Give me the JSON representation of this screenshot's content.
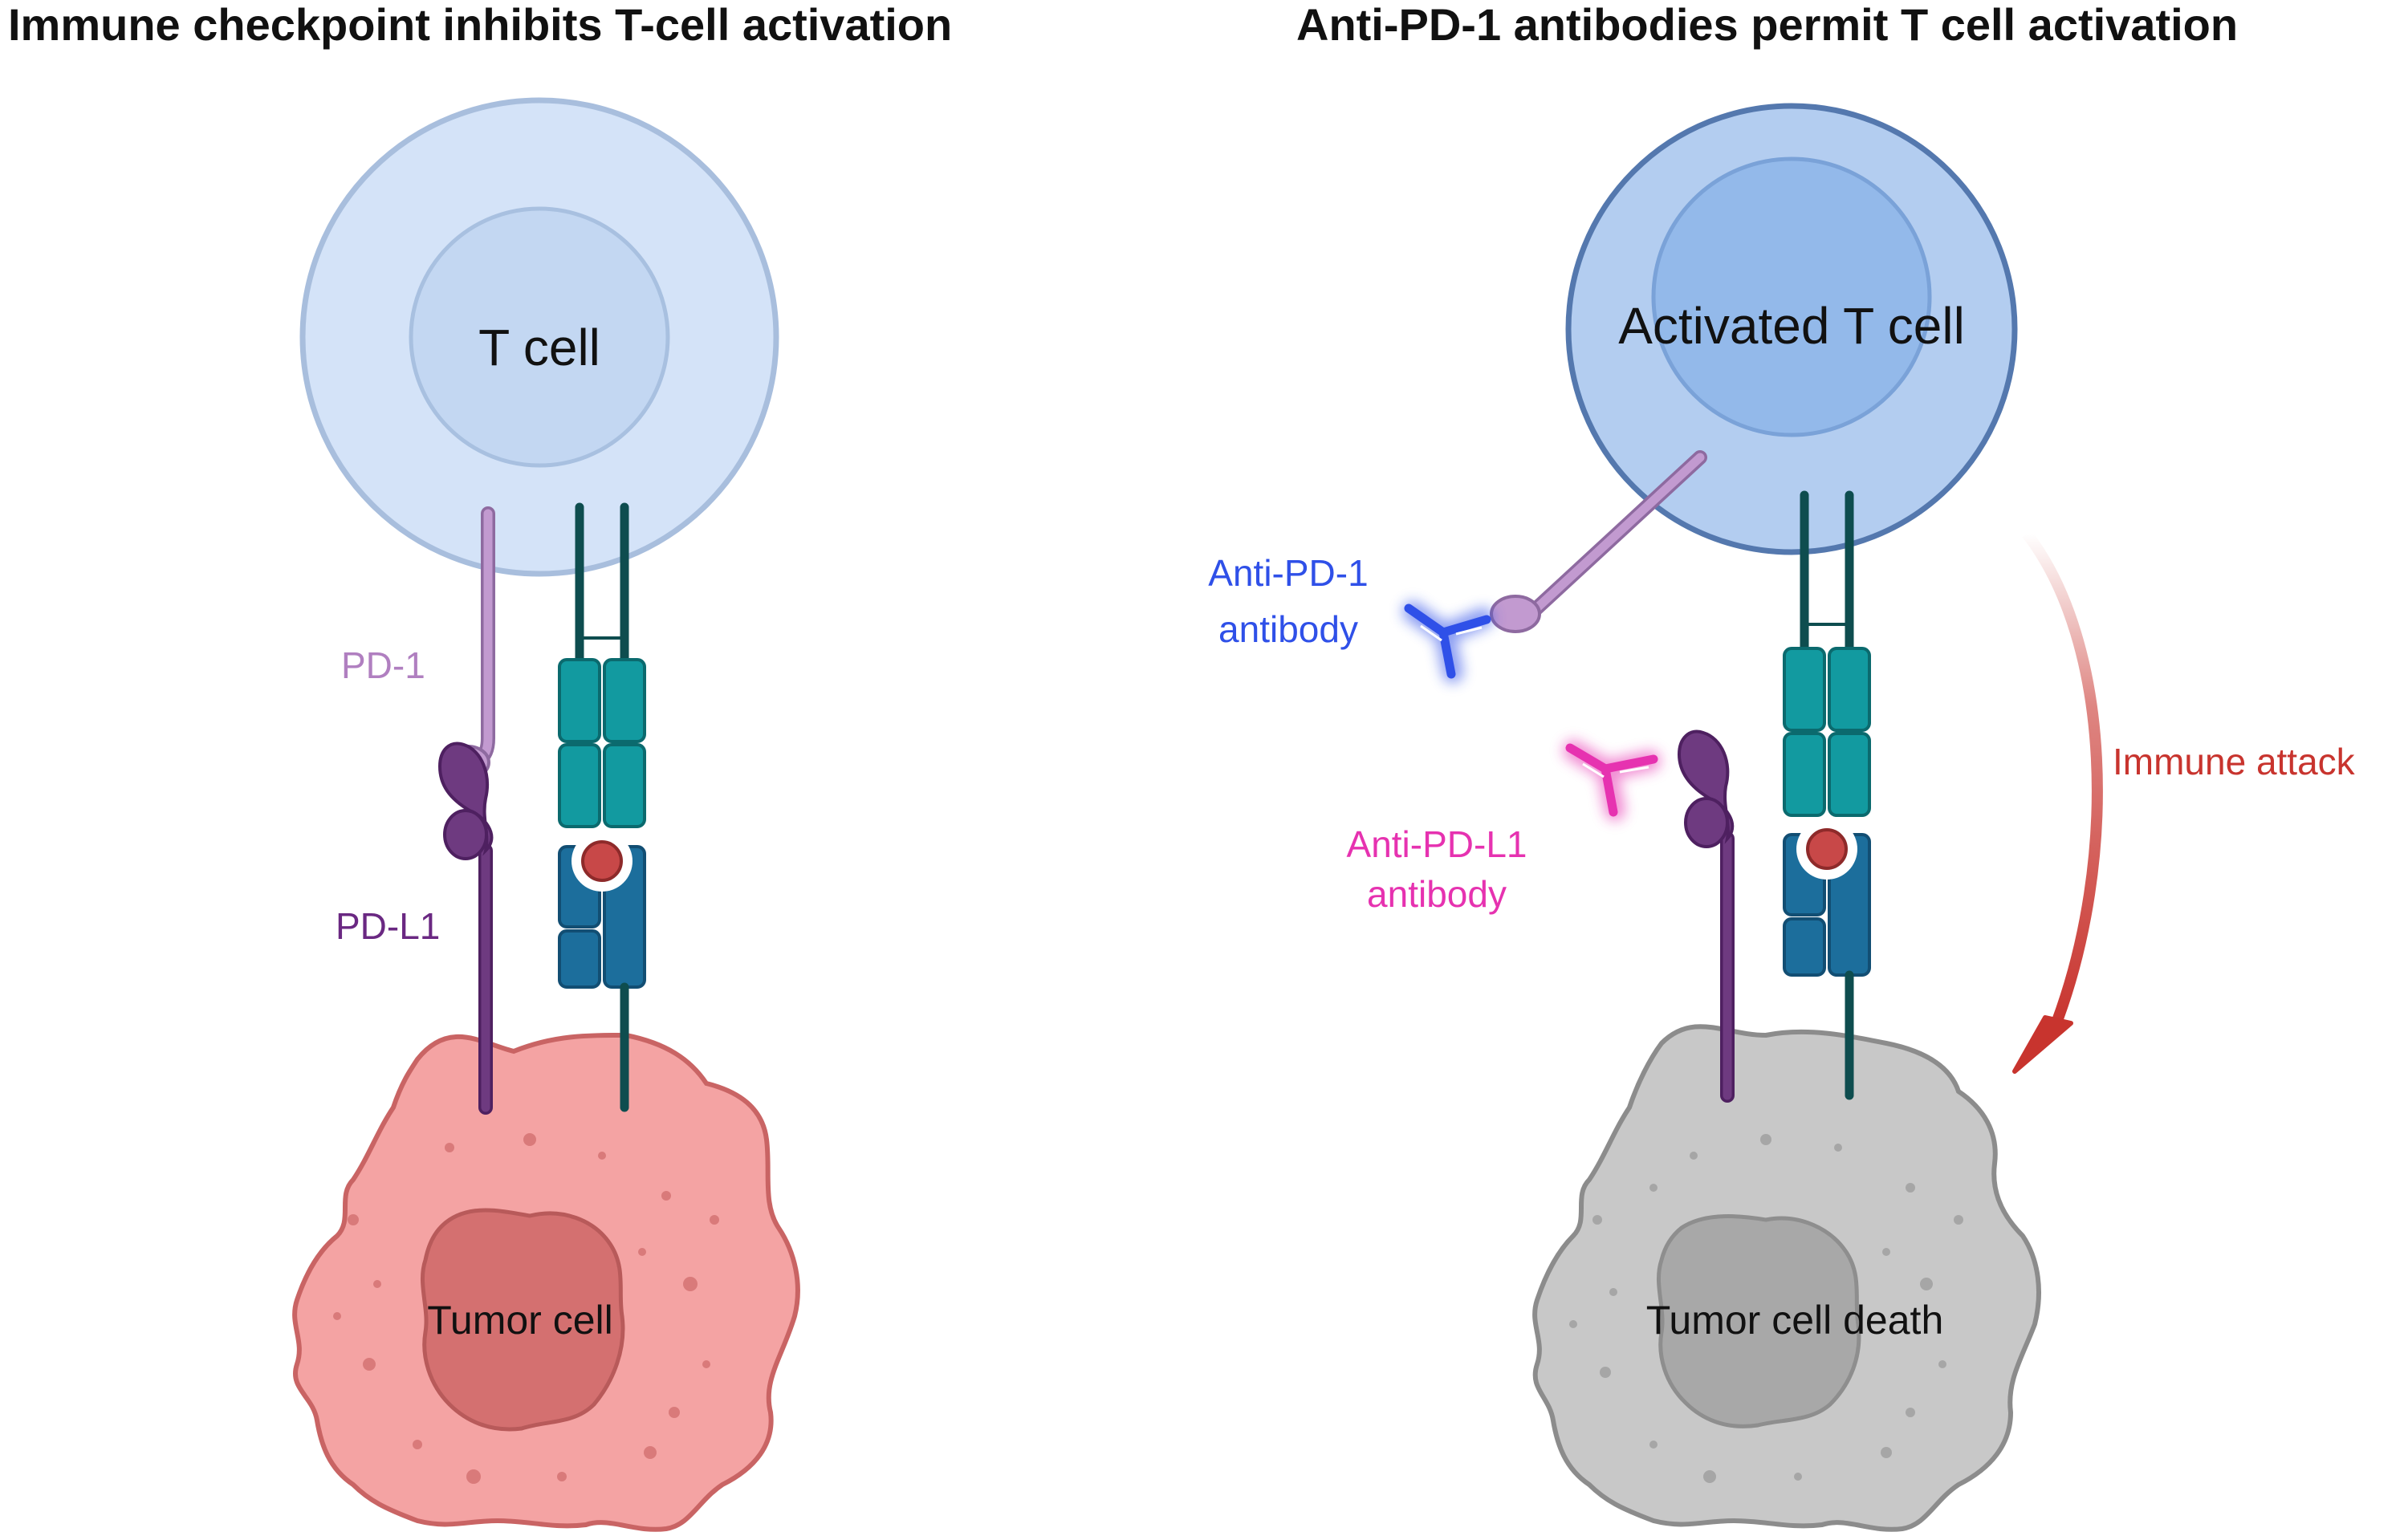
{
  "panels": {
    "left": {
      "title": "Immune checkpoint inhibits T-cell activation",
      "t_cell_label": "T cell",
      "pd1_label": "PD-1",
      "pdl1_label": "PD-L1",
      "tumor_label": "Tumor cell"
    },
    "right": {
      "title": "Anti-PD-1 antibodies permit T cell activation",
      "t_cell_label": "Activated T cell",
      "anti_pd1_line1": "Anti-PD-1",
      "anti_pd1_line2": "antibody",
      "anti_pdl1_line1": "Anti-PD-L1",
      "anti_pdl1_line2": "antibody",
      "attack_label": "Immune attack",
      "tumor_label": "Tumor cell death"
    }
  },
  "colors": {
    "t_cell_outer": "#d4e3f8",
    "t_cell_inner": "#c3d7f2",
    "activated_outer": "#b3cdf0",
    "activated_inner": "#93b9ea",
    "tumor_fill": "#f4a3a3",
    "tumor_nucleus": "#d47070",
    "dead_fill": "#c8c8c8",
    "dead_nucleus": "#a8a8a8",
    "pd1": "#c29ad0",
    "pdl1": "#6e3a80",
    "tcr_teal": "#129aa0",
    "tcr_blue": "#1c6e9c",
    "tcr_stalk": "#0e4d4f",
    "mhc_antigen": "#c84848",
    "anti_pd1": "#2f50e8",
    "anti_pdl1": "#e632b0",
    "attack": "#c8342e",
    "pd1_text": "#b07fc0",
    "pdl1_text": "#6a2882"
  }
}
